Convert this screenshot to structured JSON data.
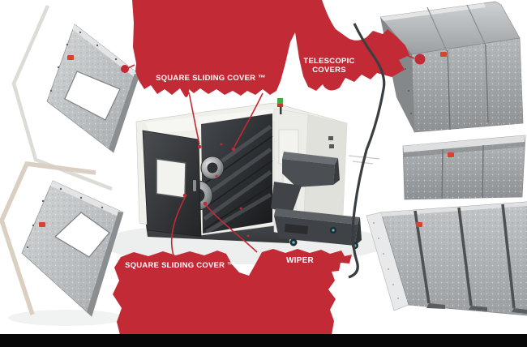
{
  "callouts": {
    "square_sliding_cover_top": {
      "label": "SQUARE SLIDING COVER ™"
    },
    "telescopic_covers": {
      "label": "TELESCOPIC COVERS"
    },
    "square_sliding_cover_bottom": {
      "label": "SQUARE SLIDING COVER ™"
    },
    "wiper": {
      "label": "WIPER"
    }
  },
  "colors": {
    "accent_red": "#c22a35",
    "badge_red": "#d8432f",
    "bar_black": "#070707",
    "panel_gray": "#b4b8ba",
    "machine_white": "#eff0ea",
    "dark_gray": "#3c3f42",
    "teal": "#35c4d7",
    "beige": "#d9cfc2"
  },
  "icons": {
    "brand_badge": "small red manufacturer logo plate on each cover",
    "callout_dot": "red filled circle marking the referenced part"
  }
}
